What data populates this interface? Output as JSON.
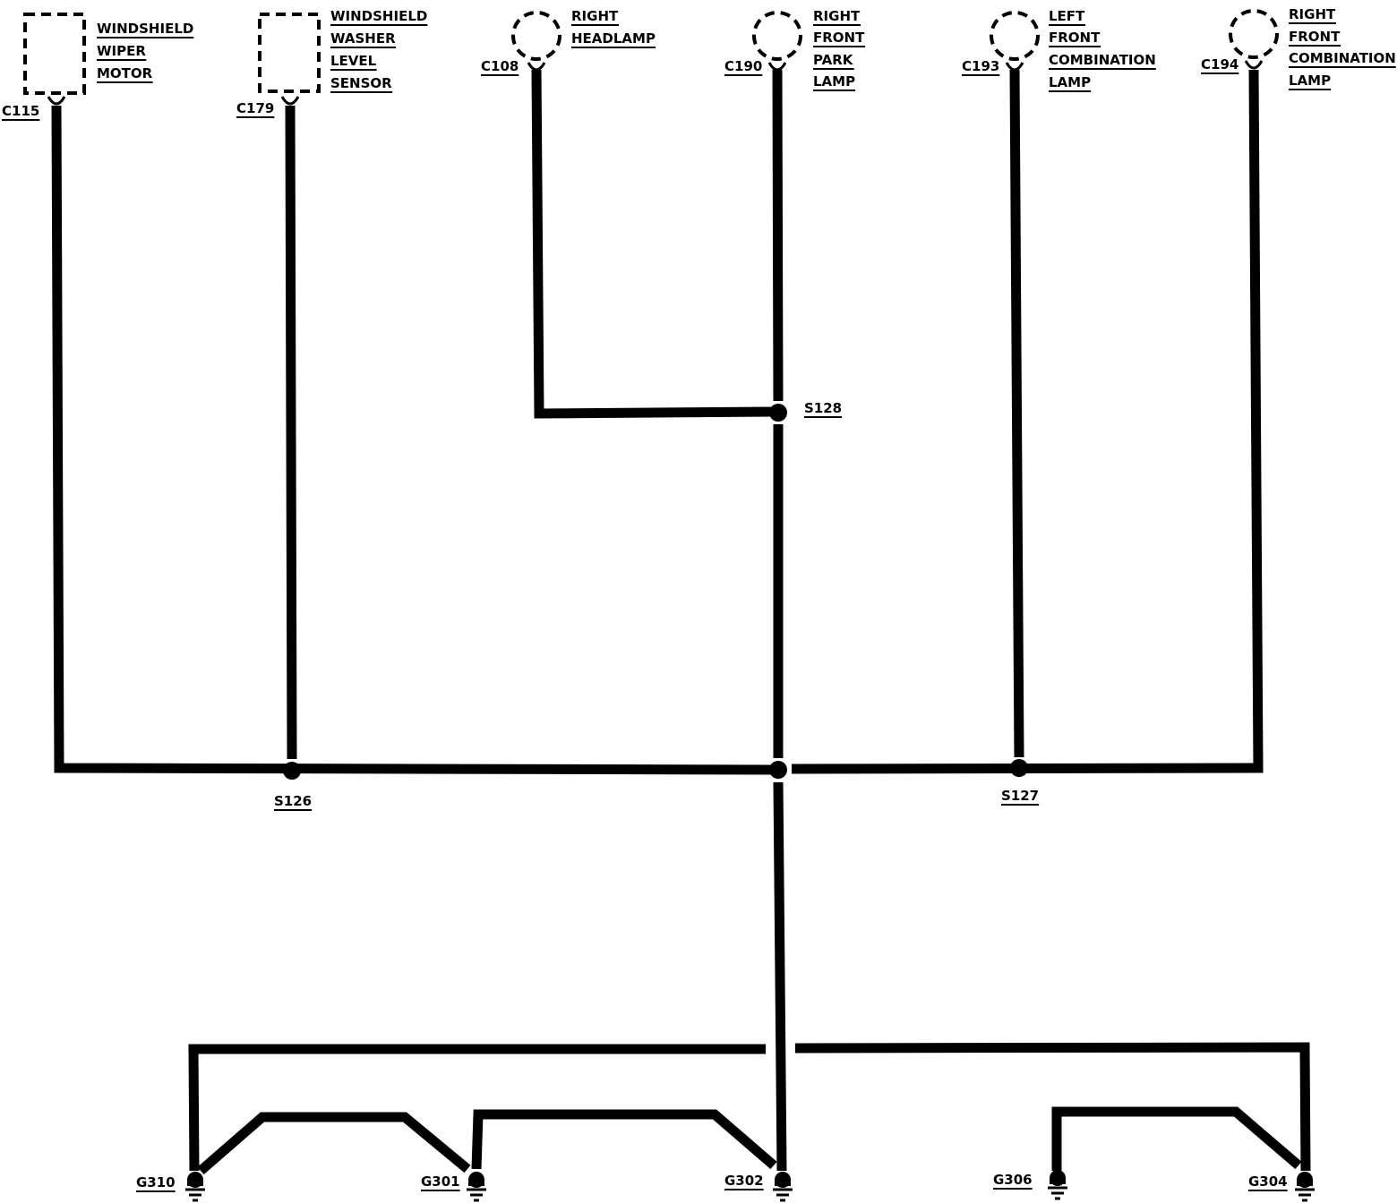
{
  "components": [
    {
      "id": "wiper-motor",
      "shape": "square",
      "lines": [
        "WINDSHIELD",
        "WIPER",
        "MOTOR"
      ],
      "connector": "C115"
    },
    {
      "id": "washer-sensor",
      "shape": "square",
      "lines": [
        "WINDSHIELD",
        "WASHER",
        "LEVEL",
        "SENSOR"
      ],
      "connector": "C179"
    },
    {
      "id": "right-headlamp",
      "shape": "circle",
      "lines": [
        "RIGHT",
        "HEADLAMP"
      ],
      "connector": "C108"
    },
    {
      "id": "right-front-park-lamp",
      "shape": "circle",
      "lines": [
        "RIGHT",
        "FRONT",
        "PARK",
        "LAMP"
      ],
      "connector": "C190"
    },
    {
      "id": "left-front-combination-lamp",
      "shape": "circle",
      "lines": [
        "LEFT",
        "FRONT",
        "COMBINATION",
        "LAMP"
      ],
      "connector": "C193"
    },
    {
      "id": "right-front-combination-lamp",
      "shape": "circle",
      "lines": [
        "RIGHT",
        "FRONT",
        "COMBINATION",
        "LAMP"
      ],
      "connector": "C194"
    }
  ],
  "splices": [
    "S128",
    "S126",
    "S127"
  ],
  "grounds": [
    "G310",
    "G301",
    "G302",
    "G306",
    "G304"
  ],
  "colors": {
    "wire": "#000000",
    "background": "#ffffff"
  }
}
